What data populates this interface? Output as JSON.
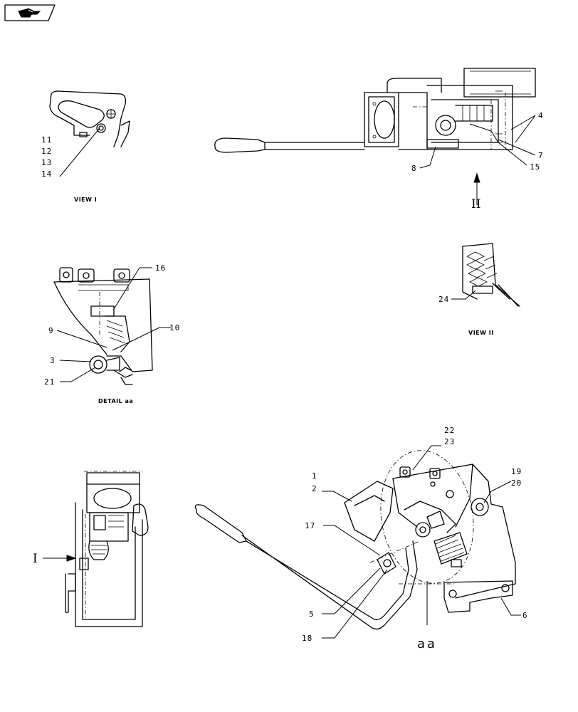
{
  "nav": {
    "icon": "next-page-hand-icon"
  },
  "views": {
    "view_i_caption": "VIEW I",
    "view_ii_caption": "VIEW II",
    "detail_caption": "DETAIL aa",
    "view_arrow_i": "I",
    "view_arrow_ii": "II",
    "detail_label": "aa"
  },
  "callouts": {
    "c1": "1",
    "c2": "2",
    "c3": "3",
    "c4": "4",
    "c5": "5",
    "c6": "6",
    "c7": "7",
    "c8": "8",
    "c9": "9",
    "c10": "10",
    "c11": "11",
    "c12": "12",
    "c13": "13",
    "c14": "14",
    "c15": "15",
    "c16": "16",
    "c17": "17",
    "c18": "18",
    "c19": "19",
    "c20": "20",
    "c21": "21",
    "c22": "22",
    "c23": "23",
    "c24": "24"
  }
}
